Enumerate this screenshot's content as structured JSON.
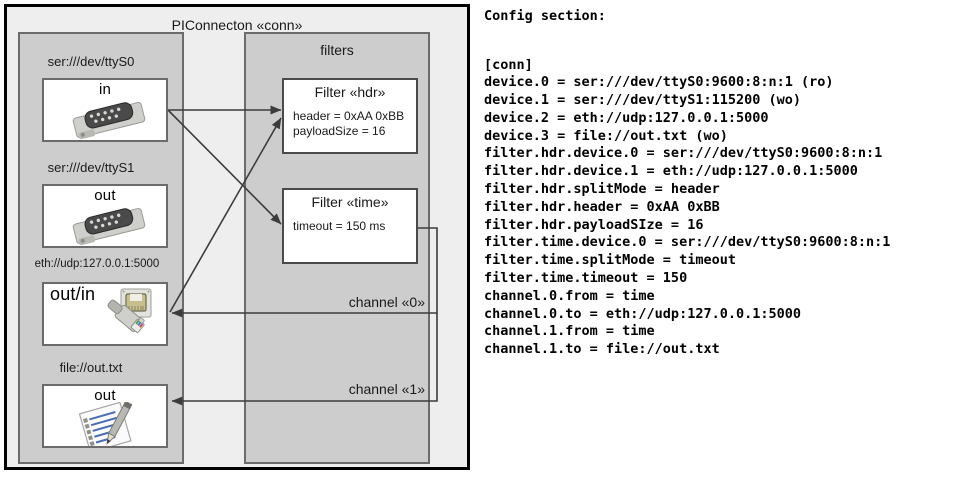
{
  "diagram": {
    "title": "PIConnecton «conn»",
    "devices_panel": {
      "items": [
        {
          "label": "ser:///dev/ttyS0",
          "direction": "in",
          "icon": "serial-port-icon"
        },
        {
          "label": "ser:///dev/ttyS1",
          "direction": "out",
          "icon": "serial-port-icon"
        },
        {
          "label": "eth://udp:127.0.0.1:5000",
          "direction": "out/in",
          "icon": "ethernet-jack-icon"
        },
        {
          "label": "file://out.txt",
          "direction": "out",
          "icon": "document-pencil-icon"
        }
      ]
    },
    "filters_panel": {
      "title": "filters",
      "filters": [
        {
          "title": "Filter «hdr»",
          "props": [
            "header = 0xAA 0xBB",
            "payloadSize = 16"
          ]
        },
        {
          "title": "Filter «time»",
          "props": [
            "timeout = 150 ms"
          ]
        }
      ],
      "channels": [
        {
          "label": "channel «0»"
        },
        {
          "label": "channel «1»"
        }
      ]
    },
    "colors": {
      "page_background": "#ffffff",
      "outer_fill": "#eeeeee",
      "outer_border": "#000000",
      "panel_fill": "#cdcdcd",
      "panel_border": "#6b6b6b",
      "box_fill": "#ffffff",
      "box_border": "#4a4a4a",
      "wire": "#3c3c3c",
      "text": "#1a1a1a"
    }
  },
  "config": {
    "heading": "Config section:",
    "lines": [
      "[conn]",
      "device.0 = ser:///dev/ttyS0:9600:8:n:1 (ro)",
      "device.1 = ser:///dev/ttyS1:115200 (wo)",
      "device.2 = eth://udp:127.0.0.1:5000",
      "device.3 = file://out.txt (wo)",
      "filter.hdr.device.0 = ser:///dev/ttyS0:9600:8:n:1",
      "filter.hdr.device.1 = eth://udp:127.0.0.1:5000",
      "filter.hdr.splitMode = header",
      "filter.hdr.header = 0xAA 0xBB",
      "filter.hdr.payloadSIze = 16",
      "filter.time.device.0 = ser:///dev/ttyS0:9600:8:n:1",
      "filter.time.splitMode = timeout",
      "filter.time.timeout = 150",
      "channel.0.from = time",
      "channel.0.to = eth://udp:127.0.0.1:5000",
      "channel.1.from = time",
      "channel.1.to = file://out.txt"
    ]
  }
}
